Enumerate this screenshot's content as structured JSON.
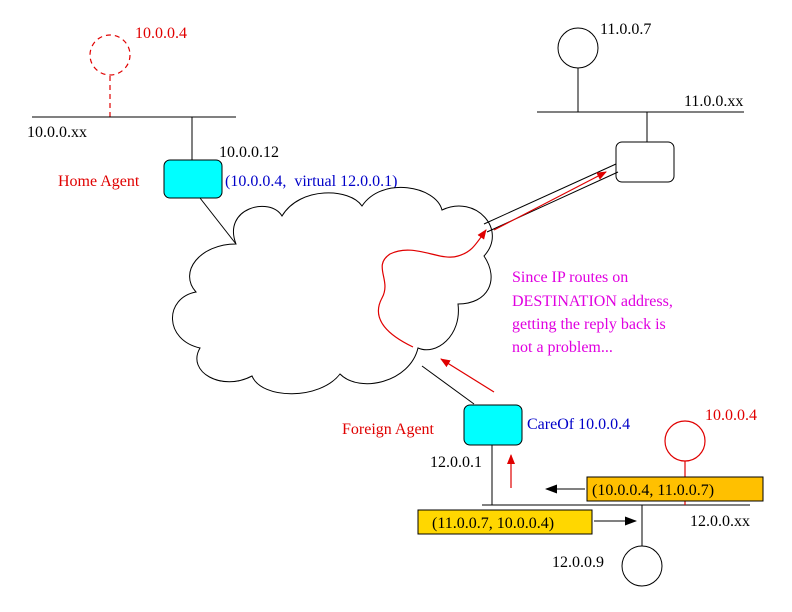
{
  "colors": {
    "red": "#e00000",
    "blue": "#0000c8",
    "magenta": "#e000e0",
    "agent_fill": "#00ffff",
    "yellow_box": "#ffd700",
    "orange_box": "#ffc000"
  },
  "home_network": {
    "mobile_ghost_label": "10.0.0.4",
    "network_label": "10.0.0.xx",
    "home_agent_address": "10.0.0.12",
    "home_agent_label": "Home Agent",
    "home_agent_binding": "(10.0.0.4,  virtual 12.0.0.1)"
  },
  "remote_network": {
    "host_label": "11.0.0.7",
    "network_label": "11.0.0.xx"
  },
  "foreign_network": {
    "foreign_agent_label": "Foreign Agent",
    "careof_label": "CareOf 10.0.0.4",
    "foreign_agent_address": "12.0.0.1",
    "mobile_label": "10.0.0.4",
    "network_label": "12.0.0.xx",
    "host_label": "12.0.0.9",
    "packet_outgoing": "(10.0.0.4, 11.0.0.7)",
    "packet_incoming": "(11.0.0.7, 10.0.0.4)"
  },
  "note": {
    "lines": [
      "Since IP routes on",
      "DESTINATION address,",
      "getting the reply back is",
      "not a problem..."
    ]
  }
}
